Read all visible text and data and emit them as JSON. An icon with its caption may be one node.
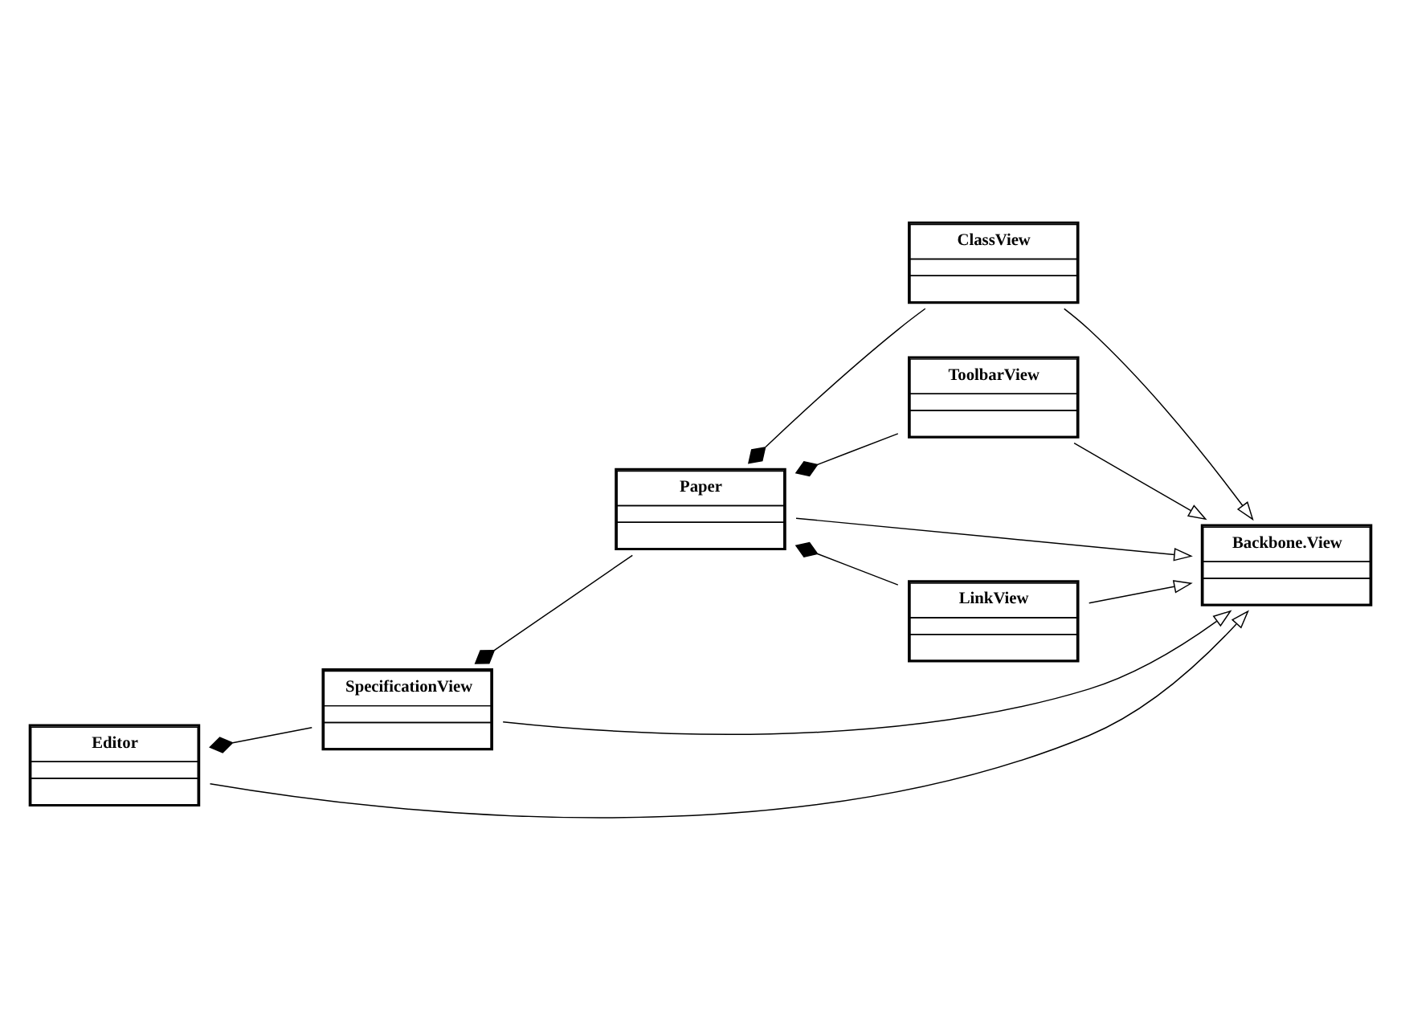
{
  "diagram": {
    "nodes": [
      {
        "text": [
          "Editor"
        ]
      },
      {
        "text": [
          "SpecificationView"
        ]
      },
      {
        "text": [
          "ClassView"
        ]
      },
      {
        "text": [
          "Paper"
        ]
      },
      {
        "text": [
          "ToolbarView"
        ]
      },
      {
        "text": [
          "Backbone.View"
        ]
      },
      {
        "text": [
          "LinkView"
        ]
      }
    ],
    "edges": [
      {
        "from": 0,
        "to": 1,
        "arrow": "other"
      },
      {
        "from": 0,
        "to": 5,
        "arrow": "to"
      },
      {
        "from": 1,
        "to": 5,
        "arrow": "to"
      },
      {
        "from": 1,
        "to": 3,
        "arrow": "other"
      },
      {
        "from": 3,
        "to": 2,
        "arrow": "other"
      },
      {
        "from": 2,
        "to": 5,
        "arrow": "to"
      },
      {
        "from": 3,
        "to": 4,
        "arrow": "other"
      },
      {
        "from": 4,
        "to": 5,
        "arrow": "to"
      },
      {
        "from": 3,
        "to": 6,
        "arrow": "other"
      },
      {
        "from": 6,
        "to": 5,
        "arrow": "to"
      },
      {
        "from": 3,
        "to": 5,
        "arrow": "to"
      }
    ]
  }
}
